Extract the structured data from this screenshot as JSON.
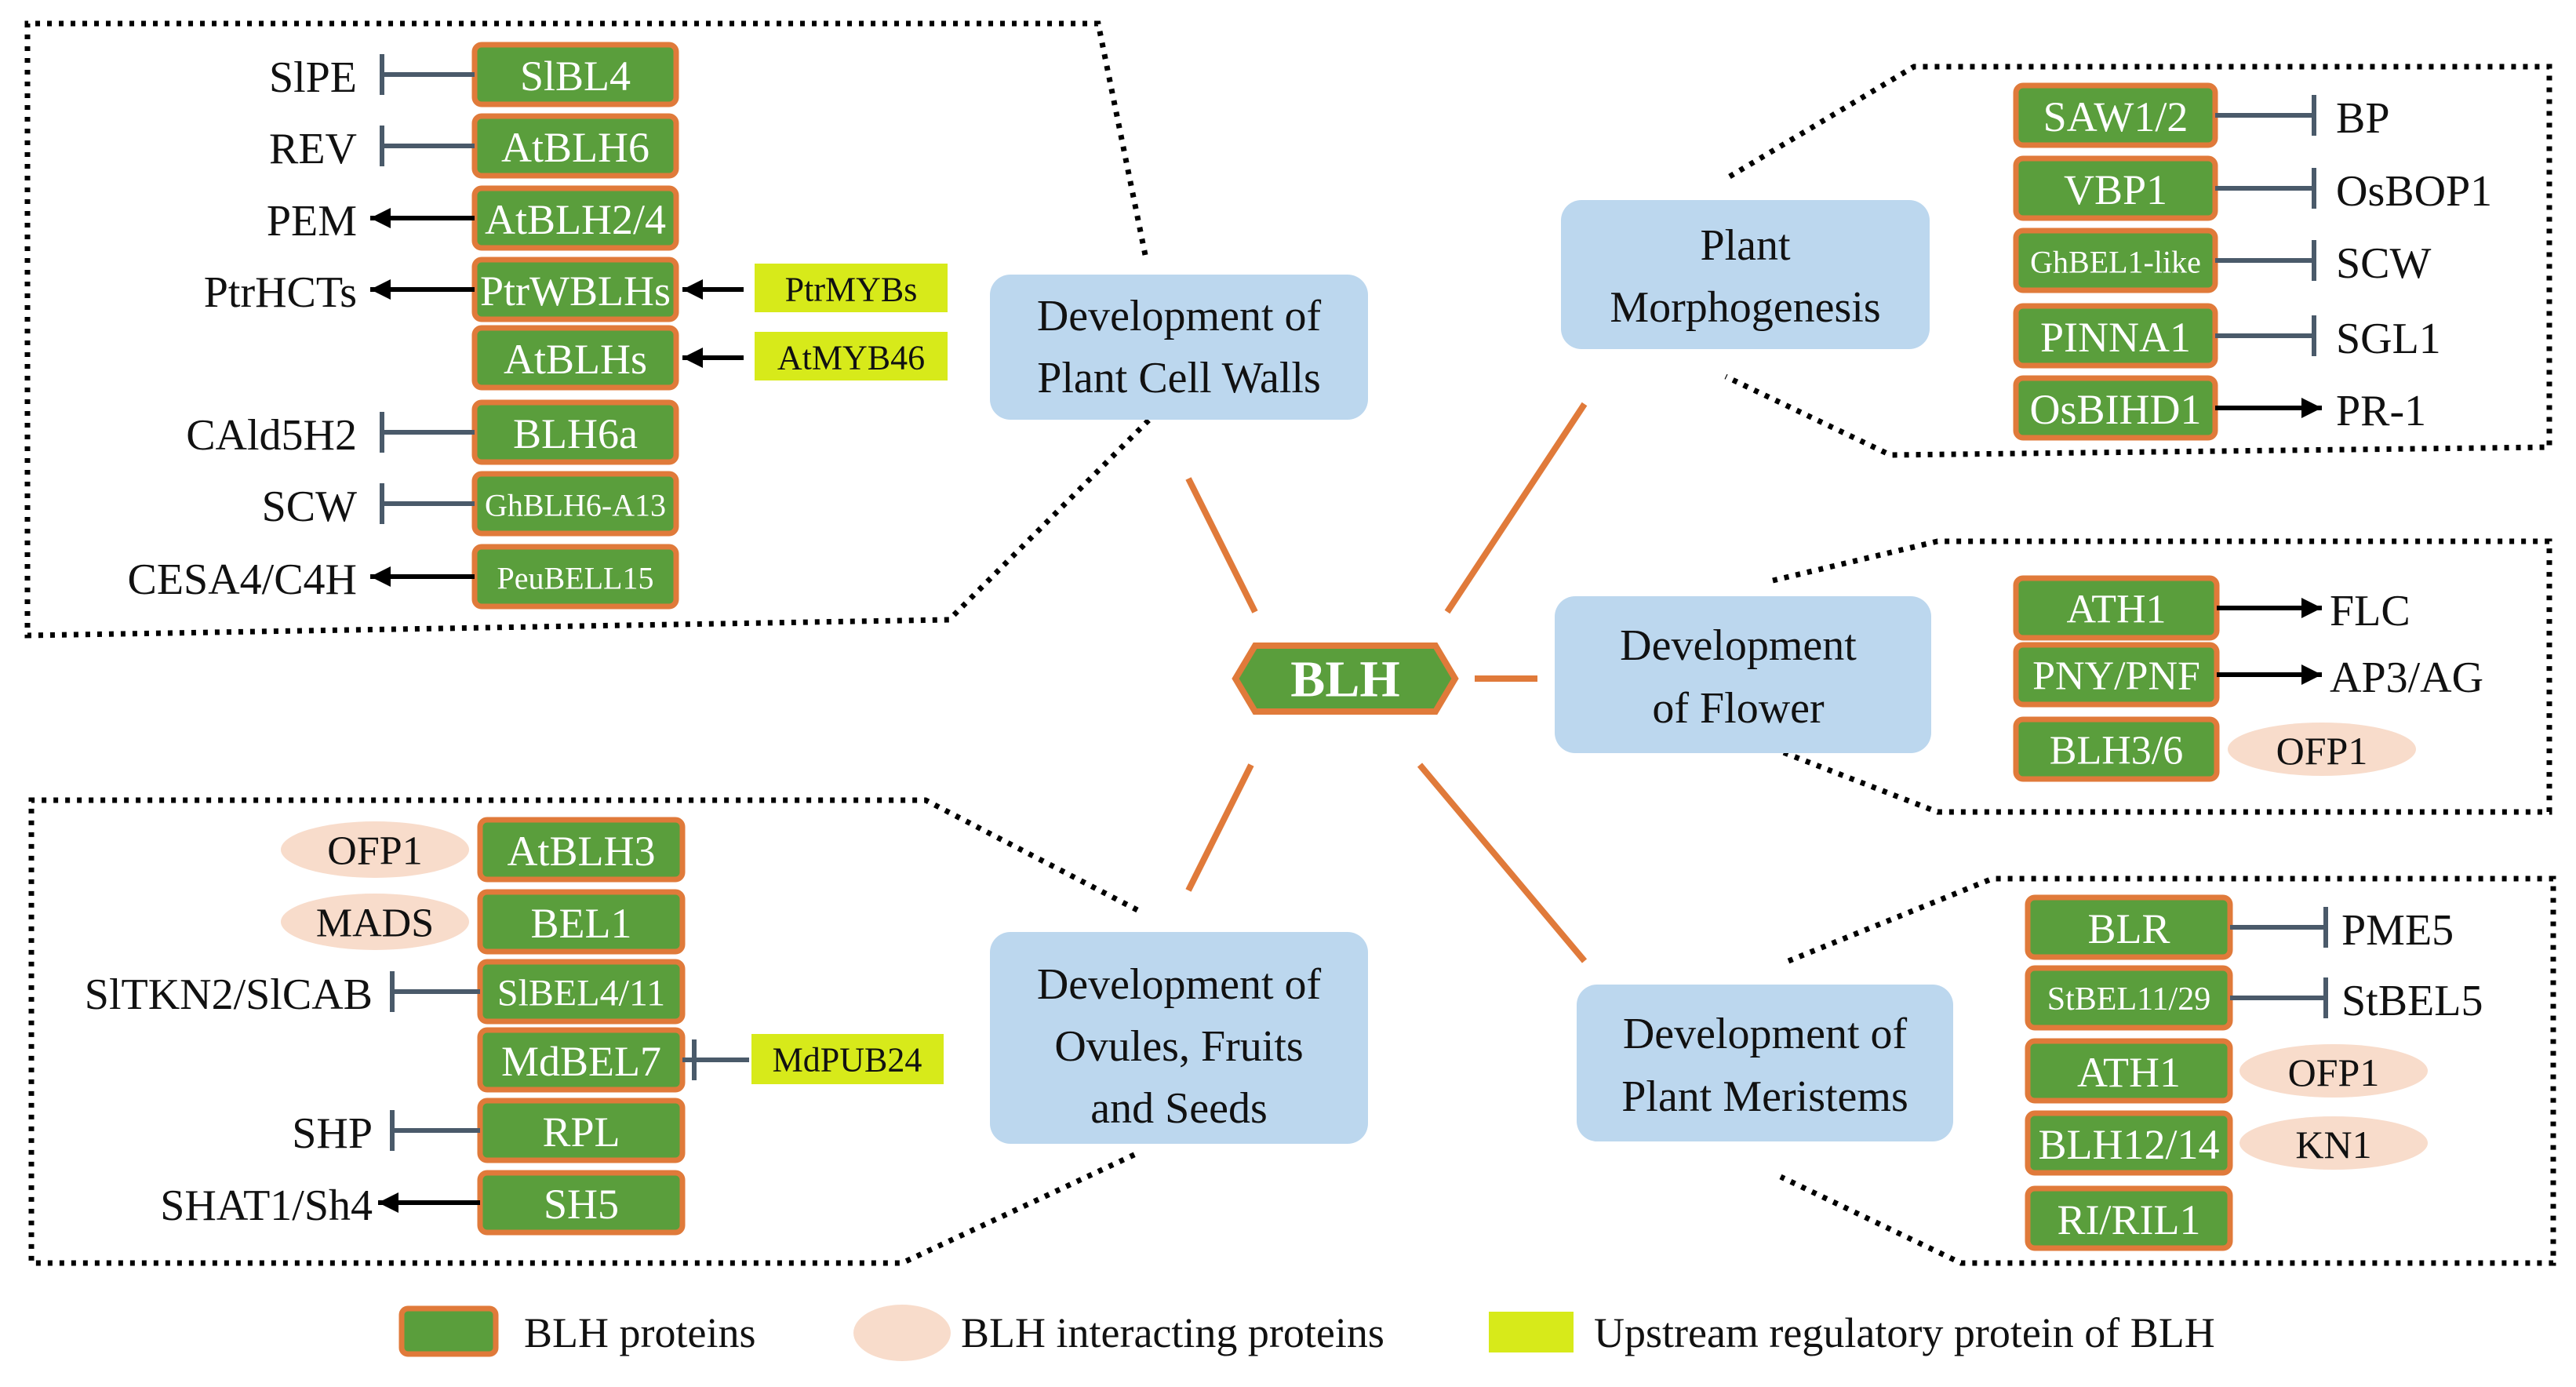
{
  "center": {
    "label": "BLH"
  },
  "categories": {
    "cell_walls": [
      "Development of",
      "Plant Cell Walls"
    ],
    "morphogenesis": [
      "Plant",
      "Morphogenesis"
    ],
    "flower": [
      "Development",
      "of Flower"
    ],
    "meristems": [
      "Development of",
      "Plant Meristems"
    ],
    "ovules": [
      "Development of",
      "Ovules, Fruits",
      "and Seeds"
    ]
  },
  "cell_walls": {
    "proteins": [
      "SlBL4",
      "AtBLH6",
      "AtBLH2/4",
      "PtrWBLHs",
      "AtBLHs",
      "BLH6a",
      "GhBLH6-A13",
      "PeuBELL15"
    ],
    "targets": [
      "SlPE",
      "REV",
      "PEM",
      "PtrHCTs",
      "",
      "CAld5H2",
      "SCW",
      "CESA4/C4H"
    ],
    "relations": [
      "inhibit",
      "inhibit",
      "activate",
      "activate",
      "none",
      "inhibit",
      "inhibit",
      "activate"
    ],
    "upstream": [
      "",
      "",
      "",
      "PtrMYBs",
      "AtMYB46",
      "",
      "",
      ""
    ]
  },
  "morphogenesis": {
    "proteins": [
      "SAW1/2",
      "VBP1",
      "GhBEL1-like",
      "PINNA1",
      "OsBIHD1"
    ],
    "targets": [
      "BP",
      "OsBOP1",
      "SCW",
      "SGL1",
      "PR-1"
    ],
    "relations": [
      "inhibit",
      "inhibit",
      "inhibit",
      "inhibit",
      "activate"
    ]
  },
  "flower": {
    "proteins": [
      "ATH1",
      "PNY/PNF",
      "BLH3/6"
    ],
    "targets": [
      "FLC",
      "AP3/AG",
      ""
    ],
    "relations": [
      "activate",
      "activate",
      "none"
    ],
    "interactors": [
      "",
      "",
      "OFP1"
    ]
  },
  "meristems": {
    "proteins": [
      "BLR",
      "StBEL11/29",
      "ATH1",
      "BLH12/14",
      "RI/RIL1"
    ],
    "targets": [
      "PME5",
      "StBEL5",
      "",
      "",
      ""
    ],
    "relations": [
      "inhibit",
      "inhibit",
      "none",
      "none",
      "none"
    ],
    "interactors": [
      "",
      "",
      "OFP1",
      "KN1",
      ""
    ]
  },
  "ovules": {
    "proteins": [
      "AtBLH3",
      "BEL1",
      "SlBEL4/11",
      "MdBEL7",
      "RPL",
      "SH5"
    ],
    "targets": [
      "",
      "",
      "SlTKN2/SlCAB",
      "",
      "SHP",
      "SHAT1/Sh4"
    ],
    "relations": [
      "none",
      "none",
      "inhibit",
      "none",
      "inhibit",
      "activate"
    ],
    "interactors": [
      "OFP1",
      "MADS",
      "",
      "",
      "",
      ""
    ],
    "upstream": [
      "",
      "",
      "",
      "MdPUB24",
      "",
      ""
    ]
  },
  "legend": {
    "blh": "BLH proteins",
    "interacting": "BLH interacting proteins",
    "upstream": "Upstream regulatory protein of BLH"
  },
  "colors": {
    "blh_fill": "#5a9e3c",
    "blh_border": "#e07a3a",
    "interacting": "#f8dccb",
    "upstream": "#d7ea1a",
    "category": "#bcd7ee",
    "connector": "#e07a3a"
  }
}
